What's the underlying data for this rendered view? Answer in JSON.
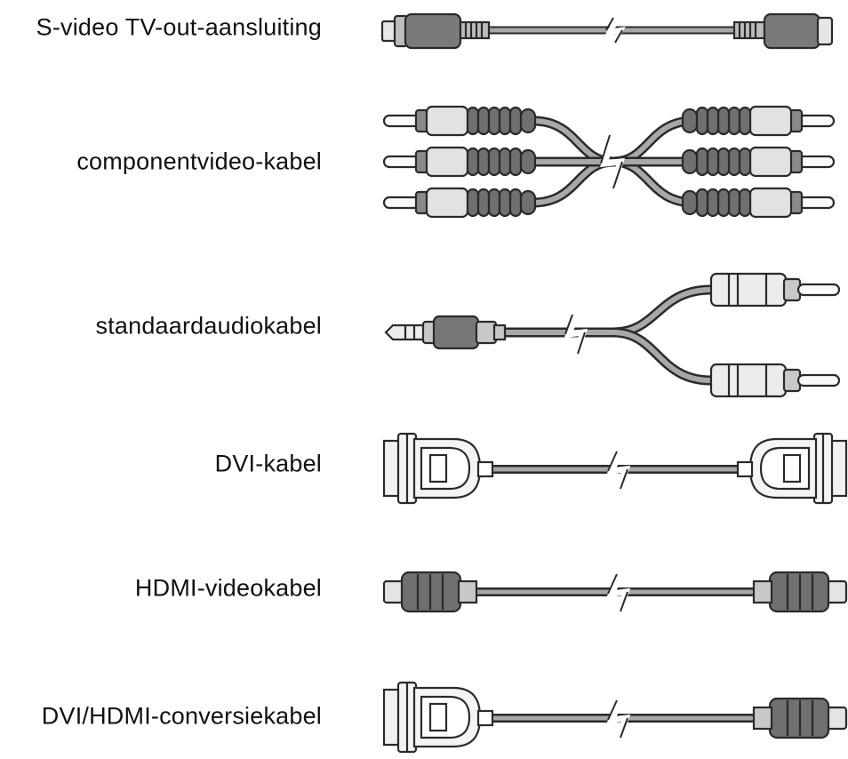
{
  "diagram": {
    "cables": [
      {
        "id": "svideo",
        "label": "S-video TV-out-aansluiting",
        "icon": "svideo-cable-icon"
      },
      {
        "id": "component",
        "label": "componentvideo-kabel",
        "icon": "component-video-cable-icon"
      },
      {
        "id": "audio",
        "label": "standaardaudiokabel",
        "icon": "audio-cable-icon"
      },
      {
        "id": "dvi",
        "label": "DVI-kabel",
        "icon": "dvi-cable-icon"
      },
      {
        "id": "hdmi",
        "label": "HDMI-videokabel",
        "icon": "hdmi-cable-icon"
      },
      {
        "id": "dvihdmi",
        "label": "DVI/HDMI-conversiekabel",
        "icon": "dvi-hdmi-cable-icon"
      }
    ],
    "colors": {
      "stroke": "#2a2a2a",
      "dark_fill": "#6f6f6f",
      "mid_fill": "#9a9a9a",
      "light_fill": "#e4e4e4",
      "cable": "#9b9b9b"
    }
  }
}
